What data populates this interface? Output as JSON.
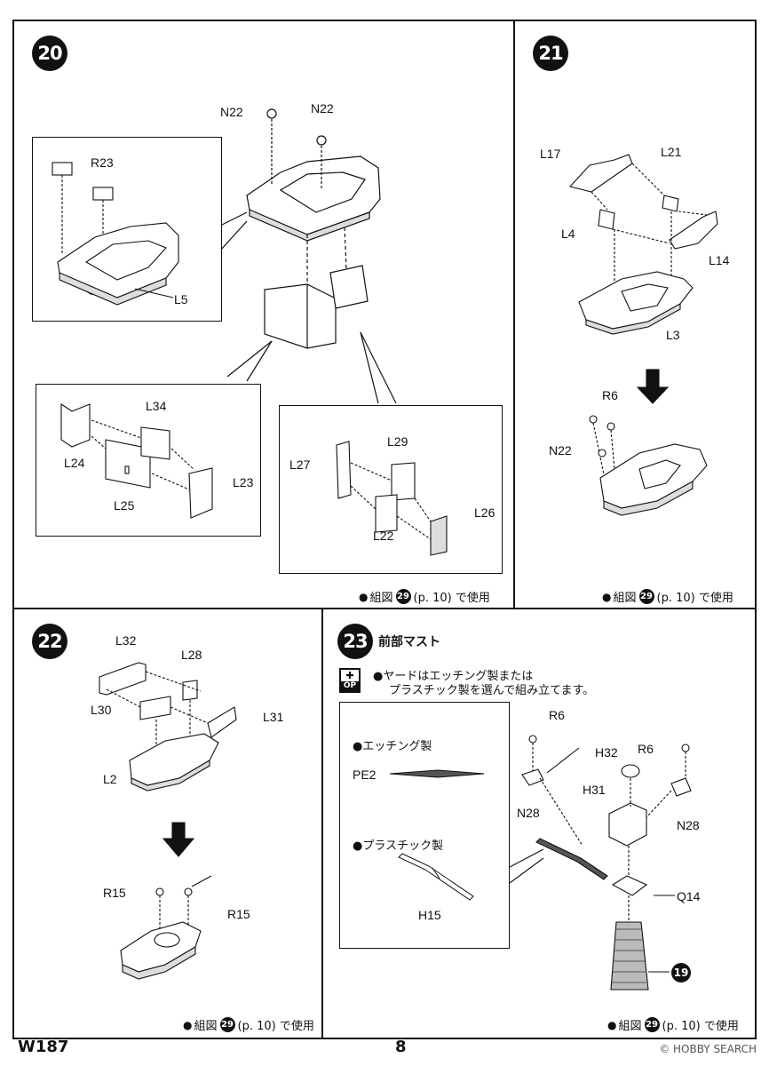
{
  "steps": {
    "s20": {
      "number": "20"
    },
    "s21": {
      "number": "21"
    },
    "s22": {
      "number": "22"
    },
    "s23": {
      "number": "23",
      "title": "前部マスト"
    }
  },
  "parts": {
    "s20": [
      "N22",
      "N22",
      "R23",
      "L5",
      "L34",
      "L24",
      "L25",
      "L23",
      "L29",
      "L27",
      "L22",
      "L26"
    ],
    "s21": [
      "L17",
      "L21",
      "L4",
      "L14",
      "L3",
      "R6",
      "N22"
    ],
    "s22": [
      "L32",
      "L28",
      "L30",
      "L31",
      "L2",
      "R15",
      "R15"
    ],
    "s23": [
      "R6",
      "H32",
      "R6",
      "H31",
      "N28",
      "N28",
      "Q14",
      "PE2",
      "H15"
    ]
  },
  "usage_note": {
    "bullet": "●",
    "prefix": "組図",
    "ref": "29",
    "suffix": "(p. 10) で使用"
  },
  "s23_option": {
    "icon_text": "OP",
    "line1": "●ヤードはエッチング製または",
    "line2": "プラスチック製を選んで組み立てます。",
    "etching_label": "●エッチング製",
    "plastic_label": "●プラスチック製"
  },
  "ref_19": "19",
  "footer": {
    "code": "W187",
    "page": "8",
    "watermark": "© HOBBY SEARCH"
  }
}
